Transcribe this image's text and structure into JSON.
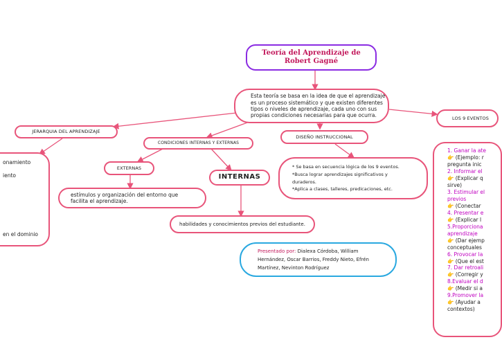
{
  "title": "Teoría del Aprendizaje de Robert Gagné",
  "center_text": [
    "Esta teoría se basa en la idea de que el aprendizaje",
    "es un proceso sistemático y que existen diferentes",
    "tipos o niveles de aprendizaje, cada uno con sus",
    "propias condiciones necesarias para que ocurra."
  ],
  "jerarquia": "JERARQUIA DEL APRENDIZAJE",
  "jerarquia_items": [
    "onamiento",
    "iento",
    "en el dominio"
  ],
  "condiciones": "CONDICIONES INTERNAS  Y EXTERNAS",
  "externas": "EXTERNAS",
  "internas": "INTERNAS",
  "externas_text": [
    "estímulos y organización del entorno que",
    "facilita el aprendizaje."
  ],
  "internas_text": "habilidades y conocimientos previos del estudiante.",
  "diseno": "DISEÑO INSTRUCCIONAL",
  "diseno_text": [
    "* Se basa en secuencia lógica de los 9 eventos.",
    "*Busca lograr aprendizajes significativos y",
    "duraderos.",
    "*Aplica a clases, talleres, predicaciones, etc."
  ],
  "presentado": {
    "label": "Presentado por:",
    "line1": " Dialexa Córdoba, William",
    "line2": "Hernández, Oscar Barrios, Freddy Nieto, Efrén",
    "line3": "Martínez, Nevinton Rodríguez"
  },
  "eventos_label": "LOS 9 EVENTOS",
  "eventos": [
    {
      "t": "ev",
      "text": "1. Ganar la ate"
    },
    {
      "t": "tx",
      "text": "👉 (Ejemplo: r"
    },
    {
      "t": "tx",
      "text": "pregunta inic"
    },
    {
      "t": "ev",
      "text": "2. Informar el"
    },
    {
      "t": "tx",
      "text": "👉 (Explicar q"
    },
    {
      "t": "tx",
      "text": "sirve)"
    },
    {
      "t": "ev",
      "text": "3. Estimular el"
    },
    {
      "t": "ev",
      "text": "previos"
    },
    {
      "t": "tx",
      "text": "👉 (Conectar"
    },
    {
      "t": "ev",
      "text": "4. Presentar e"
    },
    {
      "t": "tx",
      "text": "👉 (Explicar l"
    },
    {
      "t": "ev",
      "text": "5.Proporciona"
    },
    {
      "t": "ev",
      "text": "aprendizaje"
    },
    {
      "t": "tx",
      "text": "👉 (Dar ejemp"
    },
    {
      "t": "tx",
      "text": "conceptuales"
    },
    {
      "t": "ev",
      "text": "6. Provocar la"
    },
    {
      "t": "tx",
      "text": "👉 (Que el est"
    },
    {
      "t": "ev",
      "text": "7. Dar retroali"
    },
    {
      "t": "tx",
      "text": "👉 (Corregir y"
    },
    {
      "t": "ev",
      "text": "8.Evaluar el d"
    },
    {
      "t": "tx",
      "text": "👉 (Medir si a"
    },
    {
      "t": "ev",
      "text": "9.Promover la"
    },
    {
      "t": "tx",
      "text": "👉 (Ayudar a"
    },
    {
      "t": "tx",
      "text": "contextos)"
    }
  ],
  "colors": {
    "node_border": "#e8547a",
    "title_border": "#8a2be2",
    "accent": "#c2185b",
    "presented_border": "#29a8e0",
    "event_text": "#c000c0"
  }
}
